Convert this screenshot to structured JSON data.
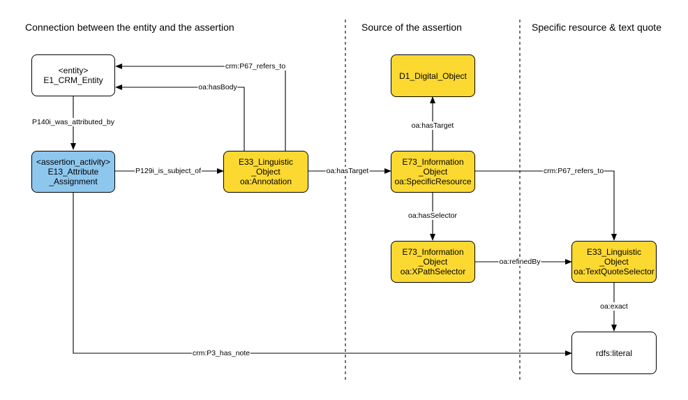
{
  "sections": {
    "connection": "Connection between the entity and the assertion",
    "source": "Source of the assertion",
    "specific": "Specific resource & text quote"
  },
  "nodes": {
    "entity": [
      "<entity>",
      "E1_CRM_Entity"
    ],
    "assertion": [
      "<assertion_activity>",
      "E13_Attribute",
      "_Assignment"
    ],
    "annotation": [
      "E33_Linguistic",
      "_Object",
      "oa:Annotation"
    ],
    "digital_object": [
      "D1_Digital_Object"
    ],
    "specific_resource": [
      "E73_Information",
      "_Object",
      "oa:SpecificResource"
    ],
    "xpath_selector": [
      "E73_Information",
      "_Object",
      "oa:XPathSelector"
    ],
    "text_quote_selector": [
      "E33_Linguistic",
      "_Object",
      "oa:TextQuoteSelector"
    ],
    "literal": [
      "rdfs:literal"
    ]
  },
  "edges": {
    "p67_annotation_entity": "crm:P67_refers_to",
    "has_body": "oa:hasBody",
    "p140i": "P140i_was_attributed_by",
    "p129i": "P129i_is_subject_of",
    "has_target_annotation": "oa:hasTarget",
    "has_target_digital": "oa:hasTarget",
    "p67_specific_quote": "crm:P67_refers_to",
    "has_selector": "oa:hasSelector",
    "refined_by": "oa:refinedBy",
    "exact": "oa:exact",
    "p3_has_note": "crm:P3_has_note"
  },
  "colors": {
    "entity": "#ffffff",
    "activity": "#8ec7ee",
    "highlight": "#fcd931"
  }
}
